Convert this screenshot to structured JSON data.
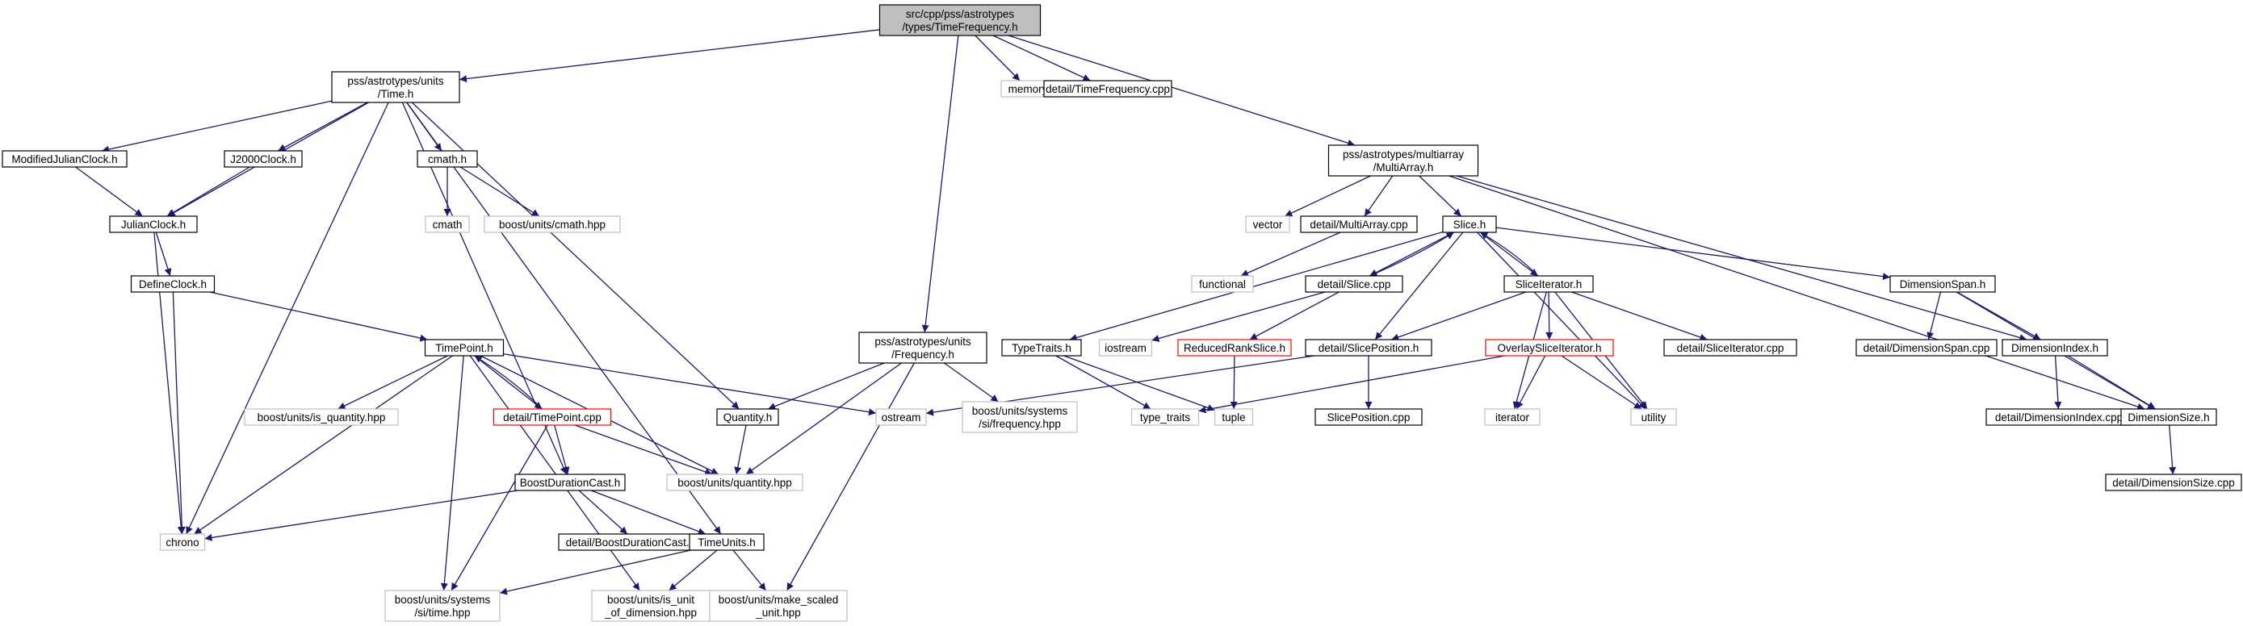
{
  "title": "src/cpp/pss/astrotypes/types/TimeFrequency.h",
  "colors": {
    "edge": "#191970",
    "root_fill": "#bfbfbf",
    "node_border": "#000000",
    "external_border": "#bfbfbf",
    "truncated_border": "#ff0000"
  },
  "nodes": [
    {
      "id": "root",
      "lines": [
        "src/cpp/pss/astrotypes",
        "/types/TimeFrequency.h"
      ],
      "kind": "root"
    },
    {
      "id": "time_h",
      "lines": [
        "pss/astrotypes/units",
        "/Time.h"
      ],
      "kind": "node"
    },
    {
      "id": "memory",
      "lines": [
        "memory"
      ],
      "kind": "external"
    },
    {
      "id": "tf_cpp",
      "lines": [
        "detail/TimeFrequency.cpp"
      ],
      "kind": "node"
    },
    {
      "id": "frequency_h",
      "lines": [
        "pss/astrotypes/units",
        "/Frequency.h"
      ],
      "kind": "node"
    },
    {
      "id": "multiarray_h",
      "lines": [
        "pss/astrotypes/multiarray",
        "/MultiArray.h"
      ],
      "kind": "node"
    },
    {
      "id": "mjc_h",
      "lines": [
        "ModifiedJulianClock.h"
      ],
      "kind": "node"
    },
    {
      "id": "j2000_h",
      "lines": [
        "J2000Clock.h"
      ],
      "kind": "node"
    },
    {
      "id": "cmath_h",
      "lines": [
        "cmath.h"
      ],
      "kind": "node"
    },
    {
      "id": "julian_h",
      "lines": [
        "JulianClock.h"
      ],
      "kind": "node"
    },
    {
      "id": "cmath",
      "lines": [
        "cmath"
      ],
      "kind": "external"
    },
    {
      "id": "bu_cmath",
      "lines": [
        "boost/units/cmath.hpp"
      ],
      "kind": "external"
    },
    {
      "id": "defineclock_h",
      "lines": [
        "DefineClock.h"
      ],
      "kind": "node"
    },
    {
      "id": "timepoint_h",
      "lines": [
        "TimePoint.h"
      ],
      "kind": "node"
    },
    {
      "id": "bu_isq",
      "lines": [
        "boost/units/is_quantity.hpp"
      ],
      "kind": "external"
    },
    {
      "id": "tp_cpp",
      "lines": [
        "detail/TimePoint.cpp"
      ],
      "kind": "truncated"
    },
    {
      "id": "quantity_h",
      "lines": [
        "Quantity.h"
      ],
      "kind": "node"
    },
    {
      "id": "ostream",
      "lines": [
        "ostream"
      ],
      "kind": "external"
    },
    {
      "id": "bu_si_freq",
      "lines": [
        "boost/units/systems",
        "/si/frequency.hpp"
      ],
      "kind": "external"
    },
    {
      "id": "bu_quantity",
      "lines": [
        "boost/units/quantity.hpp"
      ],
      "kind": "external"
    },
    {
      "id": "bdc_h",
      "lines": [
        "BoostDurationCast.h"
      ],
      "kind": "node"
    },
    {
      "id": "chrono",
      "lines": [
        "chrono"
      ],
      "kind": "external"
    },
    {
      "id": "bdc_cpp",
      "lines": [
        "detail/BoostDurationCast.cpp"
      ],
      "kind": "node"
    },
    {
      "id": "timeunits_h",
      "lines": [
        "TimeUnits.h"
      ],
      "kind": "node"
    },
    {
      "id": "bu_si_time",
      "lines": [
        "boost/units/systems",
        "/si/time.hpp"
      ],
      "kind": "external"
    },
    {
      "id": "bu_isunit",
      "lines": [
        "boost/units/is_unit",
        "_of_dimension.hpp"
      ],
      "kind": "external"
    },
    {
      "id": "bu_mkscaled",
      "lines": [
        "boost/units/make_scaled",
        "_unit.hpp"
      ],
      "kind": "external"
    },
    {
      "id": "vector",
      "lines": [
        "vector"
      ],
      "kind": "external"
    },
    {
      "id": "ma_cpp",
      "lines": [
        "detail/MultiArray.cpp"
      ],
      "kind": "node"
    },
    {
      "id": "slice_h",
      "lines": [
        "Slice.h"
      ],
      "kind": "node"
    },
    {
      "id": "functional",
      "lines": [
        "functional"
      ],
      "kind": "external"
    },
    {
      "id": "slice_cpp",
      "lines": [
        "detail/Slice.cpp"
      ],
      "kind": "node"
    },
    {
      "id": "sliceit_h",
      "lines": [
        "SliceIterator.h"
      ],
      "kind": "node"
    },
    {
      "id": "dimspan_h",
      "lines": [
        "DimensionSpan.h"
      ],
      "kind": "node"
    },
    {
      "id": "typetraits_h",
      "lines": [
        "TypeTraits.h"
      ],
      "kind": "node"
    },
    {
      "id": "iostream",
      "lines": [
        "iostream"
      ],
      "kind": "external"
    },
    {
      "id": "rrs_h",
      "lines": [
        "ReducedRankSlice.h"
      ],
      "kind": "truncated"
    },
    {
      "id": "slicepos_h",
      "lines": [
        "detail/SlicePosition.h"
      ],
      "kind": "node"
    },
    {
      "id": "osi_h",
      "lines": [
        "OverlaySliceIterator.h"
      ],
      "kind": "truncated"
    },
    {
      "id": "sliceit_cpp",
      "lines": [
        "detail/SliceIterator.cpp"
      ],
      "kind": "node"
    },
    {
      "id": "dimspan_cpp",
      "lines": [
        "detail/DimensionSpan.cpp"
      ],
      "kind": "node"
    },
    {
      "id": "dimindex_h",
      "lines": [
        "DimensionIndex.h"
      ],
      "kind": "node"
    },
    {
      "id": "type_traits",
      "lines": [
        "type_traits"
      ],
      "kind": "external"
    },
    {
      "id": "tuple",
      "lines": [
        "tuple"
      ],
      "kind": "external"
    },
    {
      "id": "slicepos_cpp",
      "lines": [
        "SlicePosition.cpp"
      ],
      "kind": "node"
    },
    {
      "id": "iterator",
      "lines": [
        "iterator"
      ],
      "kind": "external"
    },
    {
      "id": "utility",
      "lines": [
        "utility"
      ],
      "kind": "external"
    },
    {
      "id": "dimindex_cpp",
      "lines": [
        "detail/DimensionIndex.cpp"
      ],
      "kind": "node"
    },
    {
      "id": "dimsize_h",
      "lines": [
        "DimensionSize.h"
      ],
      "kind": "node"
    },
    {
      "id": "dimsize_cpp",
      "lines": [
        "detail/DimensionSize.cpp"
      ],
      "kind": "node"
    }
  ],
  "edges": [
    [
      "root",
      "time_h"
    ],
    [
      "root",
      "memory"
    ],
    [
      "root",
      "tf_cpp"
    ],
    [
      "root",
      "frequency_h"
    ],
    [
      "root",
      "multiarray_h"
    ],
    [
      "time_h",
      "mjc_h"
    ],
    [
      "time_h",
      "j2000_h"
    ],
    [
      "time_h",
      "julian_h"
    ],
    [
      "time_h",
      "cmath_h"
    ],
    [
      "time_h",
      "chrono"
    ],
    [
      "time_h",
      "quantity_h"
    ],
    [
      "time_h",
      "bdc_h"
    ],
    [
      "time_h",
      "timeunits_h"
    ],
    [
      "mjc_h",
      "julian_h"
    ],
    [
      "j2000_h",
      "julian_h"
    ],
    [
      "cmath_h",
      "cmath"
    ],
    [
      "cmath_h",
      "bu_cmath"
    ],
    [
      "julian_h",
      "defineclock_h"
    ],
    [
      "julian_h",
      "chrono"
    ],
    [
      "defineclock_h",
      "timepoint_h"
    ],
    [
      "defineclock_h",
      "chrono"
    ],
    [
      "timepoint_h",
      "chrono"
    ],
    [
      "timepoint_h",
      "bu_isq"
    ],
    [
      "timepoint_h",
      "tp_cpp"
    ],
    [
      "timepoint_h",
      "ostream"
    ],
    [
      "timepoint_h",
      "bu_quantity"
    ],
    [
      "timepoint_h",
      "bu_si_time"
    ],
    [
      "timepoint_h",
      "bu_isunit"
    ],
    [
      "tp_cpp",
      "timepoint_h"
    ],
    [
      "tp_cpp",
      "bdc_h"
    ],
    [
      "tp_cpp",
      "bu_quantity"
    ],
    [
      "tp_cpp",
      "bu_si_time"
    ],
    [
      "frequency_h",
      "quantity_h"
    ],
    [
      "frequency_h",
      "bu_si_freq"
    ],
    [
      "frequency_h",
      "bu_quantity"
    ],
    [
      "frequency_h",
      "bu_mkscaled"
    ],
    [
      "quantity_h",
      "bu_quantity"
    ],
    [
      "bdc_h",
      "chrono"
    ],
    [
      "bdc_h",
      "bdc_cpp"
    ],
    [
      "bdc_h",
      "timeunits_h"
    ],
    [
      "timeunits_h",
      "bu_si_time"
    ],
    [
      "timeunits_h",
      "bu_isunit"
    ],
    [
      "timeunits_h",
      "bu_mkscaled"
    ],
    [
      "multiarray_h",
      "vector"
    ],
    [
      "multiarray_h",
      "ma_cpp"
    ],
    [
      "multiarray_h",
      "slice_h"
    ],
    [
      "multiarray_h",
      "dimindex_h"
    ],
    [
      "multiarray_h",
      "dimsize_h"
    ],
    [
      "ma_cpp",
      "functional"
    ],
    [
      "slice_h",
      "typetraits_h"
    ],
    [
      "slice_h",
      "slice_cpp"
    ],
    [
      "slice_h",
      "slicepos_h"
    ],
    [
      "slice_h",
      "sliceit_h"
    ],
    [
      "slice_h",
      "dimspan_h"
    ],
    [
      "slice_h",
      "utility"
    ],
    [
      "slice_cpp",
      "slice_h"
    ],
    [
      "slice_cpp",
      "iostream"
    ],
    [
      "slice_cpp",
      "rrs_h"
    ],
    [
      "sliceit_h",
      "slice_h"
    ],
    [
      "sliceit_h",
      "slicepos_h"
    ],
    [
      "sliceit_h",
      "osi_h"
    ],
    [
      "sliceit_h",
      "sliceit_cpp"
    ],
    [
      "sliceit_h",
      "iterator"
    ],
    [
      "sliceit_h",
      "utility"
    ],
    [
      "typetraits_h",
      "type_traits"
    ],
    [
      "typetraits_h",
      "tuple"
    ],
    [
      "rrs_h",
      "tuple"
    ],
    [
      "slicepos_h",
      "ostream"
    ],
    [
      "slicepos_h",
      "slicepos_cpp"
    ],
    [
      "osi_h",
      "type_traits"
    ],
    [
      "osi_h",
      "iterator"
    ],
    [
      "osi_h",
      "utility"
    ],
    [
      "dimspan_h",
      "dimspan_cpp"
    ],
    [
      "dimspan_h",
      "dimindex_h"
    ],
    [
      "dimspan_h",
      "dimsize_h"
    ],
    [
      "dimindex_h",
      "dimindex_cpp"
    ],
    [
      "dimindex_h",
      "dimsize_h"
    ],
    [
      "dimsize_h",
      "dimsize_cpp"
    ]
  ]
}
